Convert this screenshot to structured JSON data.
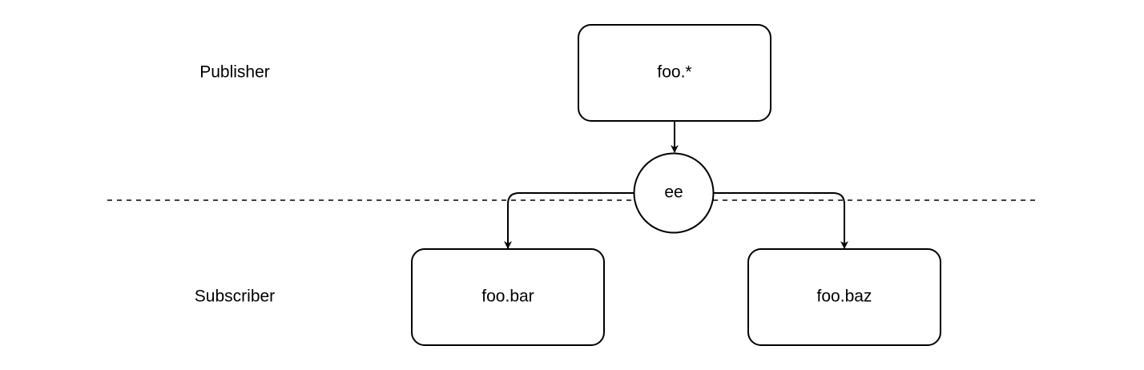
{
  "roles": {
    "publisher": "Publisher",
    "subscriber": "Subscriber"
  },
  "nodes": {
    "publisher_topic": "foo.*",
    "emitter": "ee",
    "subscriber_left": "foo.bar",
    "subscriber_right": "foo.baz"
  },
  "colors": {
    "stroke": "#000000",
    "fill": "#ffffff",
    "text": "#000000"
  }
}
